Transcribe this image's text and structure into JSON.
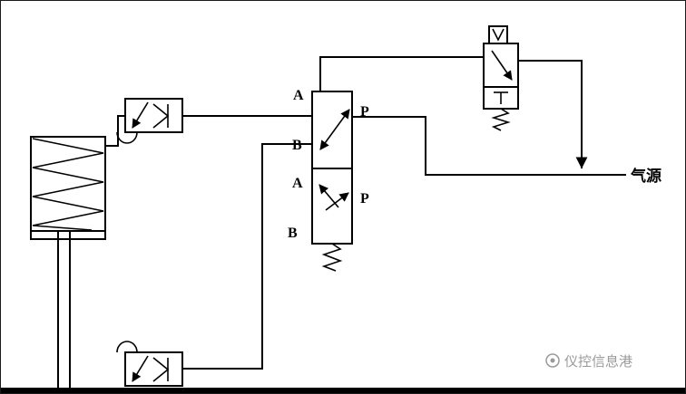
{
  "main_valve": {
    "upper": {
      "a": "A",
      "p": "P",
      "b": "B"
    },
    "lower": {
      "a": "A",
      "p": "P",
      "b": "B"
    }
  },
  "air_source": {
    "label": "气源"
  },
  "watermark": {
    "icon": "camera-icon",
    "text": "仪控信息港"
  },
  "colors": {
    "line": "#000000",
    "watermark_gray": "#9a9a9a",
    "background": "#ffffff"
  }
}
